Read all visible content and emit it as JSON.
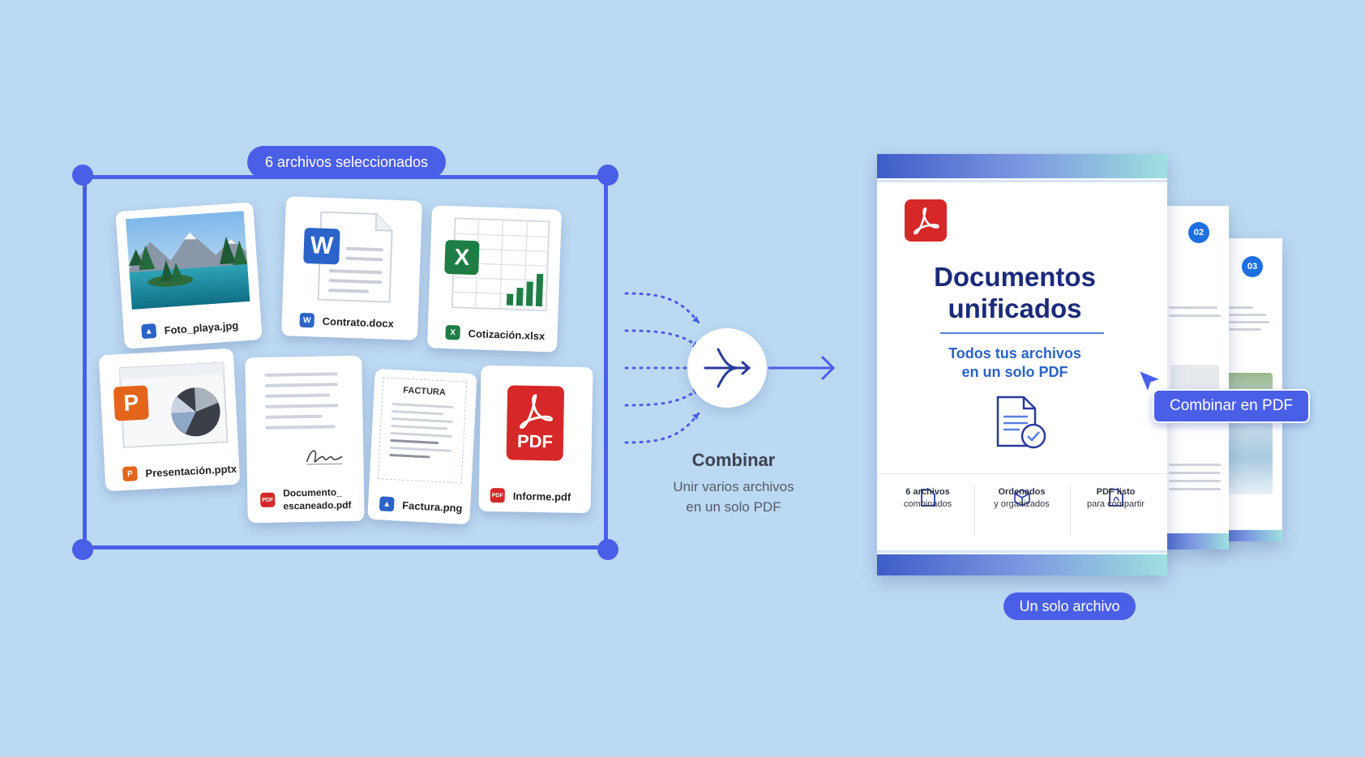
{
  "selection": {
    "label": "6 archivos seleccionados"
  },
  "files": {
    "photo": {
      "name": "Foto_playa.jpg"
    },
    "word": {
      "name": "Contrato.docx",
      "badge": "W"
    },
    "excel": {
      "name": "Cotización.xlsx",
      "badge": "X"
    },
    "ppt": {
      "name": "Presentación.pptx",
      "badge": "P"
    },
    "scan": {
      "name_line1": "Documento_",
      "name_line2": "escaneado.pdf",
      "badge": "PDF"
    },
    "invoice": {
      "name": "Factura.png",
      "heading": "FACTURA"
    },
    "pdf": {
      "name": "Informe.pdf",
      "badge_text": "PDF",
      "mini_badge": "PDF"
    }
  },
  "combine": {
    "title": "Combinar",
    "subtitle_line1": "Unir varios archivos",
    "subtitle_line2": "en un solo PDF"
  },
  "output": {
    "title_line1": "Documentos",
    "title_line2": "unificados",
    "subtitle_line1": "Todos tus archivos",
    "subtitle_line2": "en un solo PDF",
    "stats": [
      {
        "bold": "6 archivos",
        "text": "combinados"
      },
      {
        "bold": "Ordenados",
        "text": "y organizados"
      },
      {
        "bold": "PDF listo",
        "text": "para compartir"
      }
    ],
    "page2_num": "02",
    "page3_num": "03"
  },
  "combine_button": {
    "label": "Combinar en PDF"
  },
  "single_file": {
    "label": "Un solo archivo"
  },
  "colors": {
    "background": "#bcd9f3",
    "accent": "#4a5fe8",
    "title": "#1b2b7a",
    "pdf_red": "#d62828",
    "word_blue": "#2b63c9",
    "excel_green": "#1e7d45",
    "ppt_orange": "#e3651b"
  }
}
